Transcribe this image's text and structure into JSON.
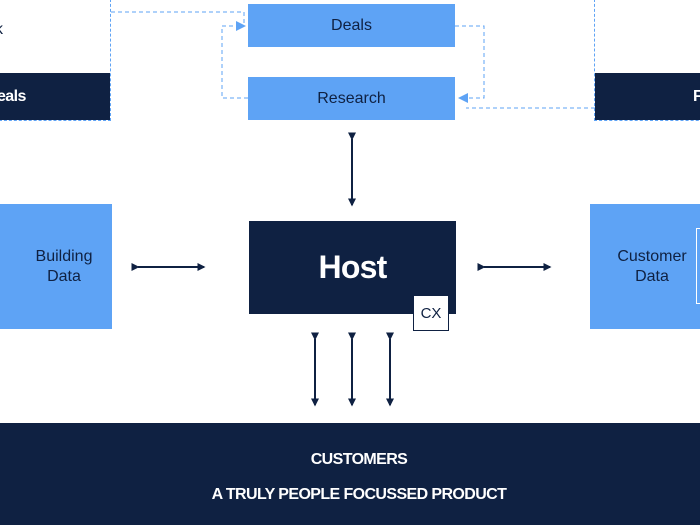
{
  "left_card": {
    "top_text": "k",
    "band_text": "eals"
  },
  "right_card": {
    "band_text": "F"
  },
  "deals": {
    "label": "Deals"
  },
  "research": {
    "label": "Research"
  },
  "host": {
    "label": "Host",
    "badge": "CX"
  },
  "building_data": {
    "line1": "Building",
    "line2": "Data"
  },
  "customer_data": {
    "line1": "Customer",
    "line2": "Data"
  },
  "customers": {
    "title": "CUSTOMERS",
    "tagline": "A TRULY PEOPLE FOCUSSED PRODUCT"
  },
  "colors": {
    "dark_navy": "#0f2142",
    "light_blue": "#5ea3f5",
    "white": "#ffffff"
  }
}
